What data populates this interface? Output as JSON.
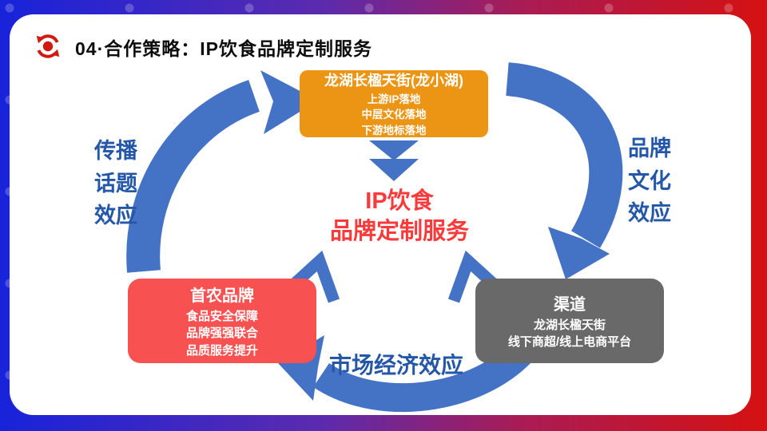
{
  "slide": {
    "title": "04·合作策略：IP饮食品牌定制服务"
  },
  "center_title": {
    "line1": "IP饮食",
    "line2": "品牌定制服务"
  },
  "boxes": {
    "top": {
      "title": "龙湖长楹天街(龙小湖)",
      "lines": [
        "上游IP落地",
        "中层文化落地",
        "下游地标落地"
      ]
    },
    "left": {
      "title": "首农品牌",
      "lines": [
        "食品安全保障",
        "品牌强强联合",
        "品质服务提升"
      ]
    },
    "right": {
      "title": "渠道",
      "lines": [
        "龙湖长楹天街",
        "线下商超/线上电商平台"
      ]
    }
  },
  "labels": {
    "left": [
      "传播",
      "话题",
      "效应"
    ],
    "right": [
      "品牌",
      "文化",
      "效应"
    ],
    "bottom": "市场经济效应"
  },
  "icons": {
    "logo": "sync-arrows-icon"
  },
  "colors": {
    "frame_blue": "#1823DA",
    "frame_red": "#D51111",
    "arrow_blue": "#4472C4",
    "label_blue": "#2457A8",
    "center_red": "#FB3B3B",
    "box_orange": "#EC9414",
    "box_red": "#F85151",
    "box_gray": "#696969",
    "logo_red": "#CF1B10"
  }
}
